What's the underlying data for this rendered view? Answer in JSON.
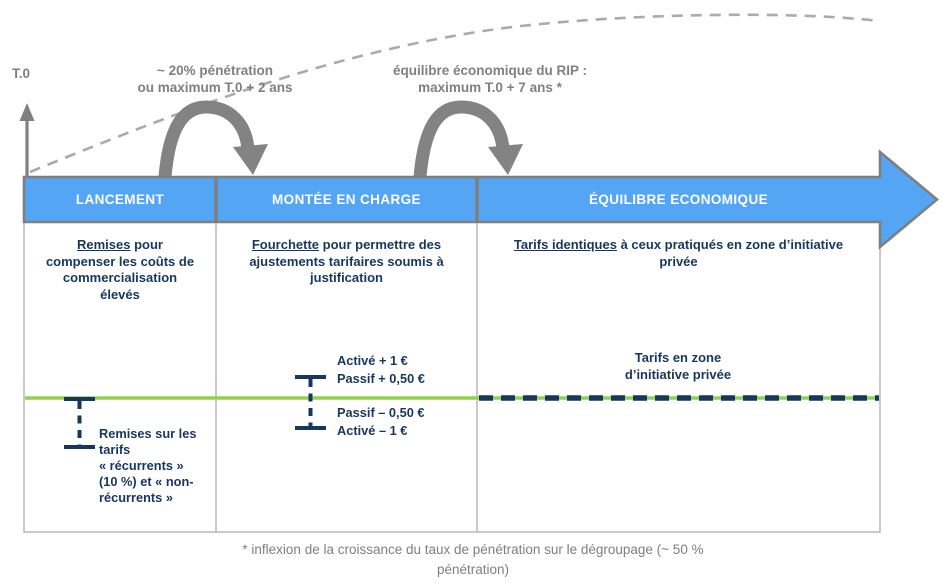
{
  "diagram": {
    "axis_label": "T.0",
    "annotations": [
      {
        "text": "~ 20% pénétration\nou maximum T.0 + 2 ans"
      },
      {
        "text": "équilibre économique du RIP :\nmaximum T.0 + 7 ans *"
      }
    ],
    "phases": [
      {
        "label": "LANCEMENT"
      },
      {
        "label": "MONTÉE EN CHARGE"
      },
      {
        "label": "ÉQUILIBRE ECONOMIQUE"
      }
    ],
    "columns": [
      {
        "title_underlined": "Remises",
        "title_rest": " pour\ncompenser les coûts de\ncommercialisation\nélevés",
        "note": "Remises sur les\ntarifs\n« récurrents »\n(10 %) et « non-\nrécurrents »"
      },
      {
        "title_underlined": "Fourchette",
        "title_rest": " pour permettre des\najustements tarifaires soumis à\njustification",
        "upper_prices": "Activé + 1 €\nPassif + 0,50 €",
        "lower_prices": "Passif – 0,50 €\nActivé – 1 €"
      },
      {
        "title_underlined": "Tarifs identiques",
        "title_rest": " à ceux pratiqués en zone d’initiative\nprivée",
        "baseline_label": "Tarifs en zone\nd’initiative privée"
      }
    ],
    "footnote": "* inflexion de la croissance du taux de pénétration sur le dégroupage (~ 50 %\npénétration)",
    "colors": {
      "band_blue": "#55A5F5",
      "navy": "#17375E",
      "green": "#92D050",
      "arrow_gray": "#838383",
      "border_gray": "#7F7F7F",
      "curve_gray": "#ABABAB",
      "label_gray": "#808080"
    }
  }
}
